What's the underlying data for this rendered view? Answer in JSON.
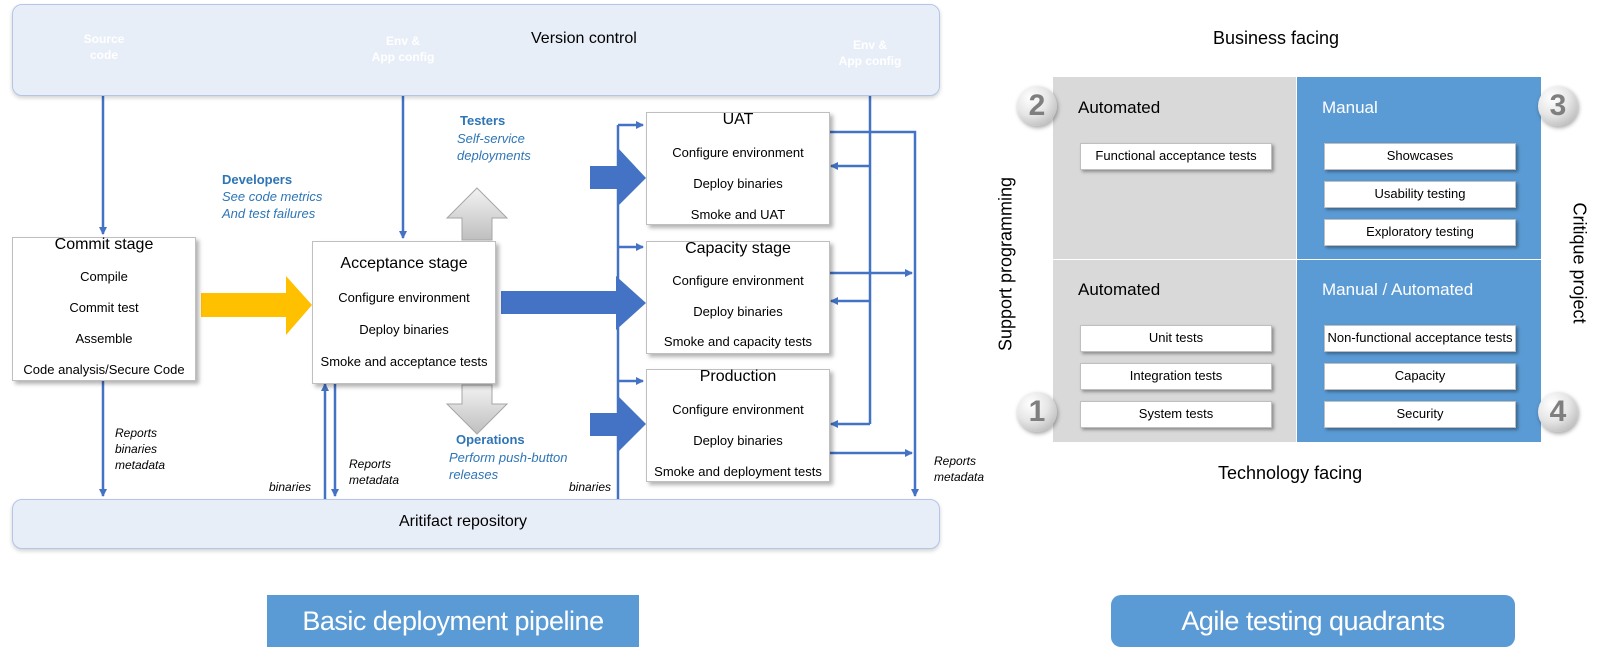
{
  "pipeline": {
    "version_control_title": "Version control",
    "repositories": [
      {
        "line1": "Source",
        "line2": "code"
      },
      {
        "line1": "Env &",
        "line2": "App config"
      },
      {
        "line1": "Env &",
        "line2": "App config"
      }
    ],
    "commit_stage": {
      "title": "Commit stage",
      "steps": [
        "Compile",
        "Commit test",
        "Assemble",
        "Code analysis/Secure Code"
      ]
    },
    "acceptance_stage": {
      "title": "Acceptance stage",
      "steps": [
        "Configure environment",
        "Deploy binaries",
        "Smoke and acceptance tests"
      ]
    },
    "uat_stage": {
      "title": "UAT",
      "steps": [
        "Configure environment",
        "Deploy binaries",
        "Smoke and UAT"
      ]
    },
    "capacity_stage": {
      "title": "Capacity stage",
      "steps": [
        "Configure environment",
        "Deploy binaries",
        "Smoke and capacity tests"
      ]
    },
    "production_stage": {
      "title": "Production",
      "steps": [
        "Configure environment",
        "Deploy binaries",
        "Smoke and deployment tests"
      ]
    },
    "developers": {
      "title": "Developers",
      "line1": "See code metrics",
      "line2": "And test failures"
    },
    "testers": {
      "title": "Testers",
      "line1": "Self-service",
      "line2": "deployments"
    },
    "operations": {
      "title": "Operations",
      "line1": "Perform push-button",
      "line2": "releases"
    },
    "labels": {
      "commit_reports": [
        "Reports",
        "binaries",
        "metadata"
      ],
      "binaries_left": "binaries",
      "acceptance_reports": [
        "Reports",
        "metadata"
      ],
      "binaries_right": "binaries",
      "right_reports": [
        "Reports",
        "metadata"
      ]
    },
    "artifact_repository": "Aritifact repository",
    "footer": "Basic deployment pipeline"
  },
  "quadrants": {
    "top_axis": "Business facing",
    "bottom_axis": "Technology facing",
    "left_axis": "Support programming",
    "right_axis": "Critique project",
    "q1": {
      "number": "1",
      "title": "Automated",
      "items": [
        "Unit tests",
        "Integration tests",
        "System tests"
      ]
    },
    "q2": {
      "number": "2",
      "title": "Automated",
      "items": [
        "Functional acceptance tests"
      ]
    },
    "q3": {
      "number": "3",
      "title": "Manual",
      "items": [
        "Showcases",
        "Usability testing",
        "Exploratory testing"
      ]
    },
    "q4": {
      "number": "4",
      "title": "Manual / Automated",
      "items": [
        "Non-functional acceptance tests",
        "Capacity",
        "Security"
      ]
    },
    "footer": "Agile testing quadrants"
  },
  "colors": {
    "arrow_blue": "#4472c4",
    "commit_arrow": "#ffc000",
    "quadrant_blue": "#5b9bd5",
    "quadrant_grey": "#d9d9d9",
    "footer_blue": "#5b9bd5",
    "note_blue": "#2e75b6"
  }
}
